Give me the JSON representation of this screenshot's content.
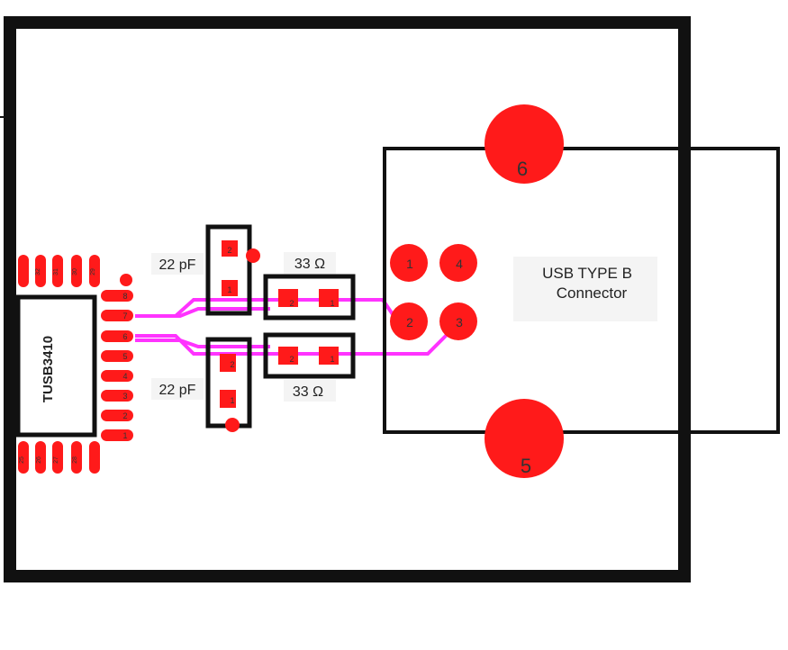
{
  "colors": {
    "board": "#111111",
    "pad": "#ff1a1a",
    "trace": "#ff33ff",
    "outline": "#111111",
    "label_bg": "#f4f4f4"
  },
  "ic": {
    "name": "TUSB3410",
    "left_pins": [
      "8",
      "7",
      "6",
      "5",
      "4",
      "3",
      "2",
      "1"
    ],
    "top_pins": [
      "32",
      "31",
      "30",
      "29"
    ],
    "bottom_pins": [
      "25",
      "26",
      "27",
      "28"
    ]
  },
  "capacitors": [
    {
      "label": "22 pF",
      "pad_top": "2",
      "pad_bottom": "1"
    },
    {
      "label": "22 pF",
      "pad_top": "2",
      "pad_bottom": "1"
    }
  ],
  "resistors": [
    {
      "label": "33 Ω",
      "pad_left": "2",
      "pad_right": "1"
    },
    {
      "label": "33 Ω",
      "pad_left": "2",
      "pad_right": "1"
    }
  ],
  "connector": {
    "title_line1": "USB TYPE B",
    "title_line2": "Connector",
    "signal_pins": [
      "1",
      "4",
      "2",
      "3"
    ],
    "shield_pins": [
      "6",
      "5"
    ]
  }
}
